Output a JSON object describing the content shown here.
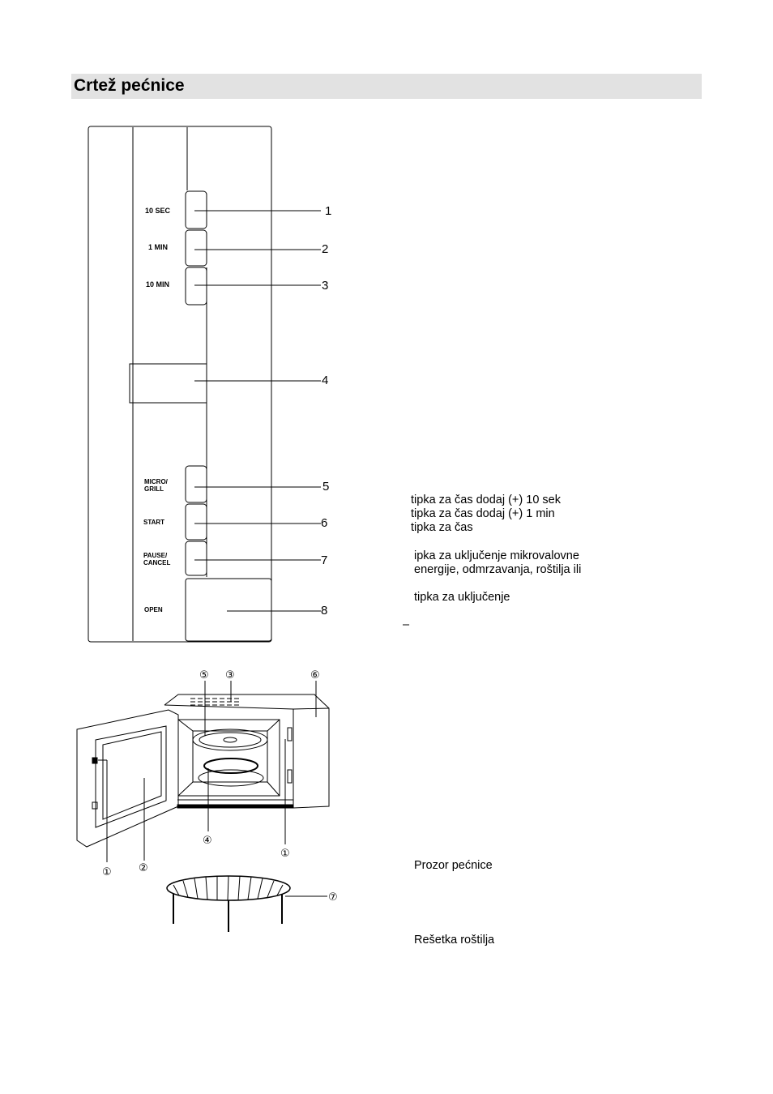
{
  "title": "Crtež pećnice",
  "control_panel": {
    "buttons": [
      "10 SEC",
      "1 MIN",
      "10 MIN",
      "MICRO/",
      "GRILL",
      "START",
      "PAUSE/",
      "CANCEL",
      "OPEN"
    ],
    "callouts": [
      "1",
      "2",
      "3",
      "4",
      "5",
      "6",
      "7",
      "8"
    ]
  },
  "oven_parts": {
    "markers": [
      "①",
      "②",
      "③",
      "④",
      "⑤",
      "⑥",
      "⑦"
    ]
  },
  "descriptions": {
    "line1": "tipka za čas dodaj (+) 10 sek",
    "line2": "tipka za čas dodaj (+) 1 min",
    "line3": "tipka za čas",
    "line4": "ipka za uključenje mikrovalovne",
    "line5": "energije, odmrzavanja, roštilja ili",
    "line6": "tipka za uključenje",
    "dash": "–",
    "part_window": "Prozor pećnice",
    "part_grill_rack": "Rešetka roštilja"
  }
}
